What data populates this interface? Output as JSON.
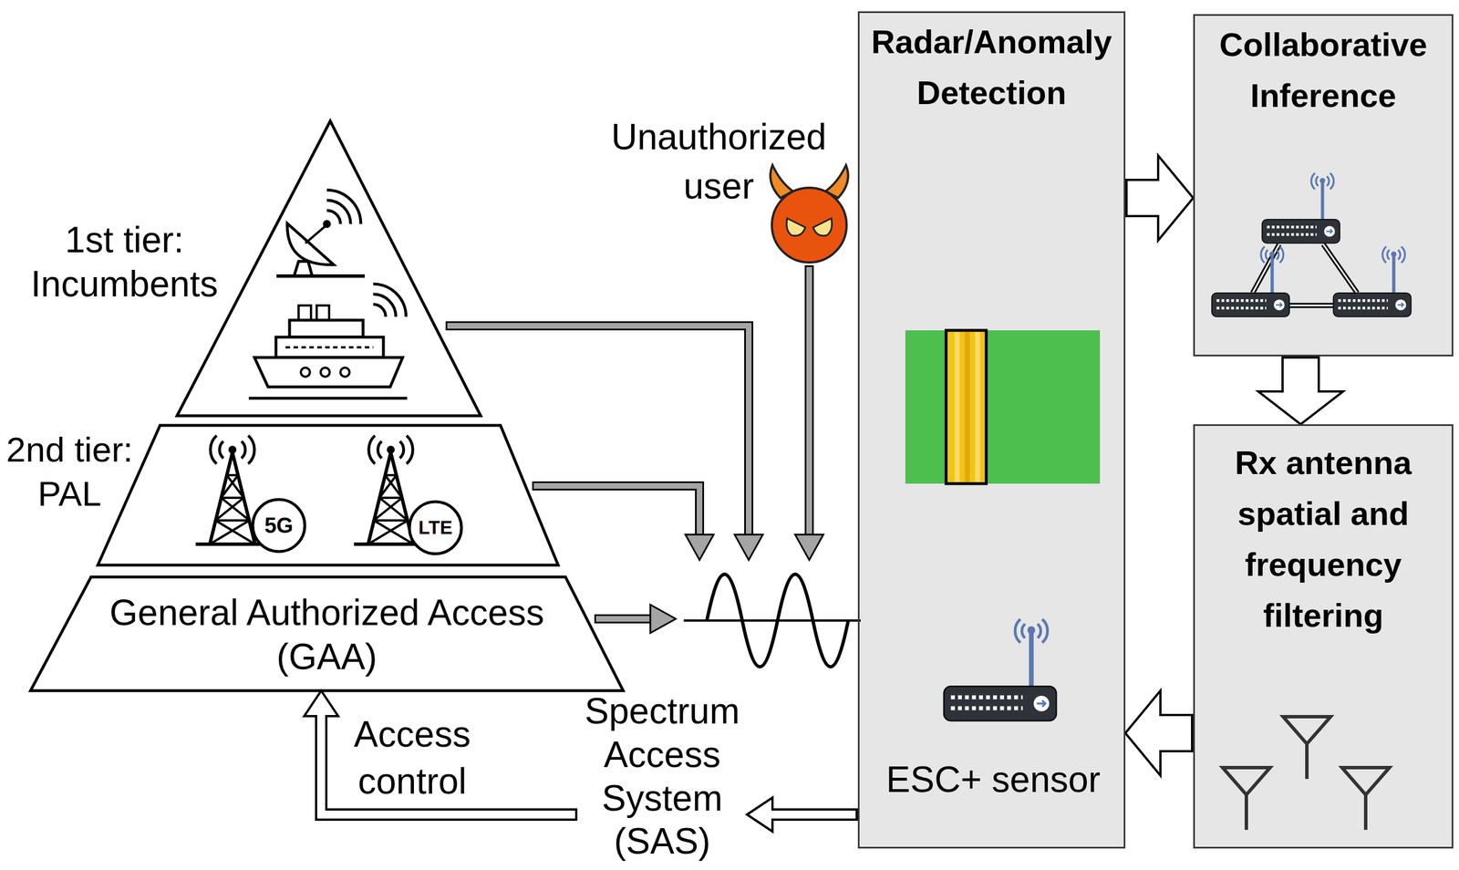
{
  "diagram": {
    "nodes": [
      {
        "text": [
          "1st tier: Incumbents"
        ]
      },
      {
        "text": [
          "2nd tier: PAL"
        ]
      },
      {
        "text": [
          "General Authorized Access (GAA)"
        ]
      },
      {
        "text": [
          "Unauthorized user"
        ]
      },
      {
        "text": [
          "Radar/Anomaly Detection"
        ]
      },
      {
        "text": [
          "ESC+ sensor"
        ],
        "in": 4
      },
      {
        "text": [
          "Collaborative Inference"
        ]
      },
      {
        "text": [
          "Rx antenna spatial and frequency filtering"
        ]
      },
      {
        "text": [
          "Spectrum Access System (SAS)"
        ]
      }
    ],
    "edges": [
      {
        "from": 4,
        "to": 6,
        "arrow": "to"
      },
      {
        "from": 6,
        "to": 7,
        "arrow": "to"
      },
      {
        "from": 7,
        "to": 4,
        "arrow": "to"
      },
      {
        "from": 4,
        "to": 8,
        "arrow": "to"
      },
      {
        "from": 8,
        "to": 2,
        "label": "Access control",
        "arrow": "to"
      }
    ],
    "labels": [
      "5G",
      "LTE"
    ]
  }
}
